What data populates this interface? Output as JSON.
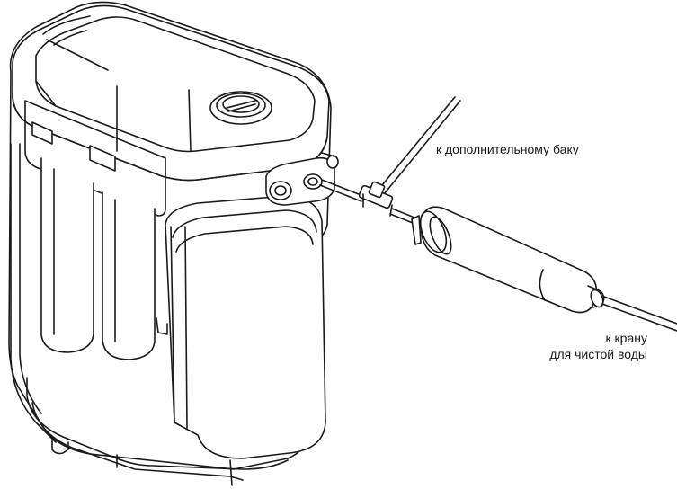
{
  "labels": {
    "extra_tank": "к дополнительному баку",
    "faucet_line1": "к крану",
    "faucet_line2": "для чистой воды"
  },
  "colors": {
    "stroke": "#1a1a1a",
    "fill": "#ffffff",
    "light_fill": "#f2f2f2"
  }
}
